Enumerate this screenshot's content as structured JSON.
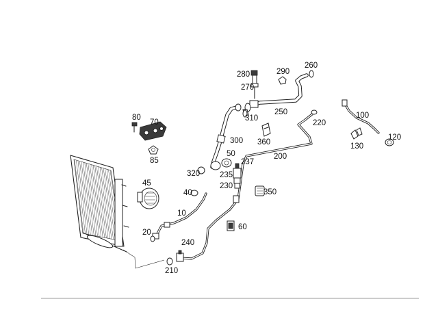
{
  "diagram": {
    "callouts": {
      "c10": "10",
      "c20": "20",
      "c40": "40",
      "c45": "45",
      "c50": "50",
      "c60": "60",
      "c70": "70",
      "c80": "80",
      "c85": "85",
      "c100": "100",
      "c120": "120",
      "c130": "130",
      "c200": "200",
      "c210": "210",
      "c220": "220",
      "c230": "230",
      "c235": "235",
      "c237": "237",
      "c240": "240",
      "c250": "250",
      "c260": "260",
      "c270": "270",
      "c280": "280",
      "c290": "290",
      "c300": "300",
      "c310": "310",
      "c320": "320",
      "c350": "350",
      "c360": "360"
    },
    "colors": {
      "line": "#222222",
      "background": "#ffffff",
      "footer_rule": "#777777"
    },
    "icons": [
      "condenser",
      "receiver-drier",
      "compressor-bracket",
      "pressure-switch",
      "hose",
      "pipe",
      "o-ring",
      "clamp",
      "service-valve"
    ]
  }
}
